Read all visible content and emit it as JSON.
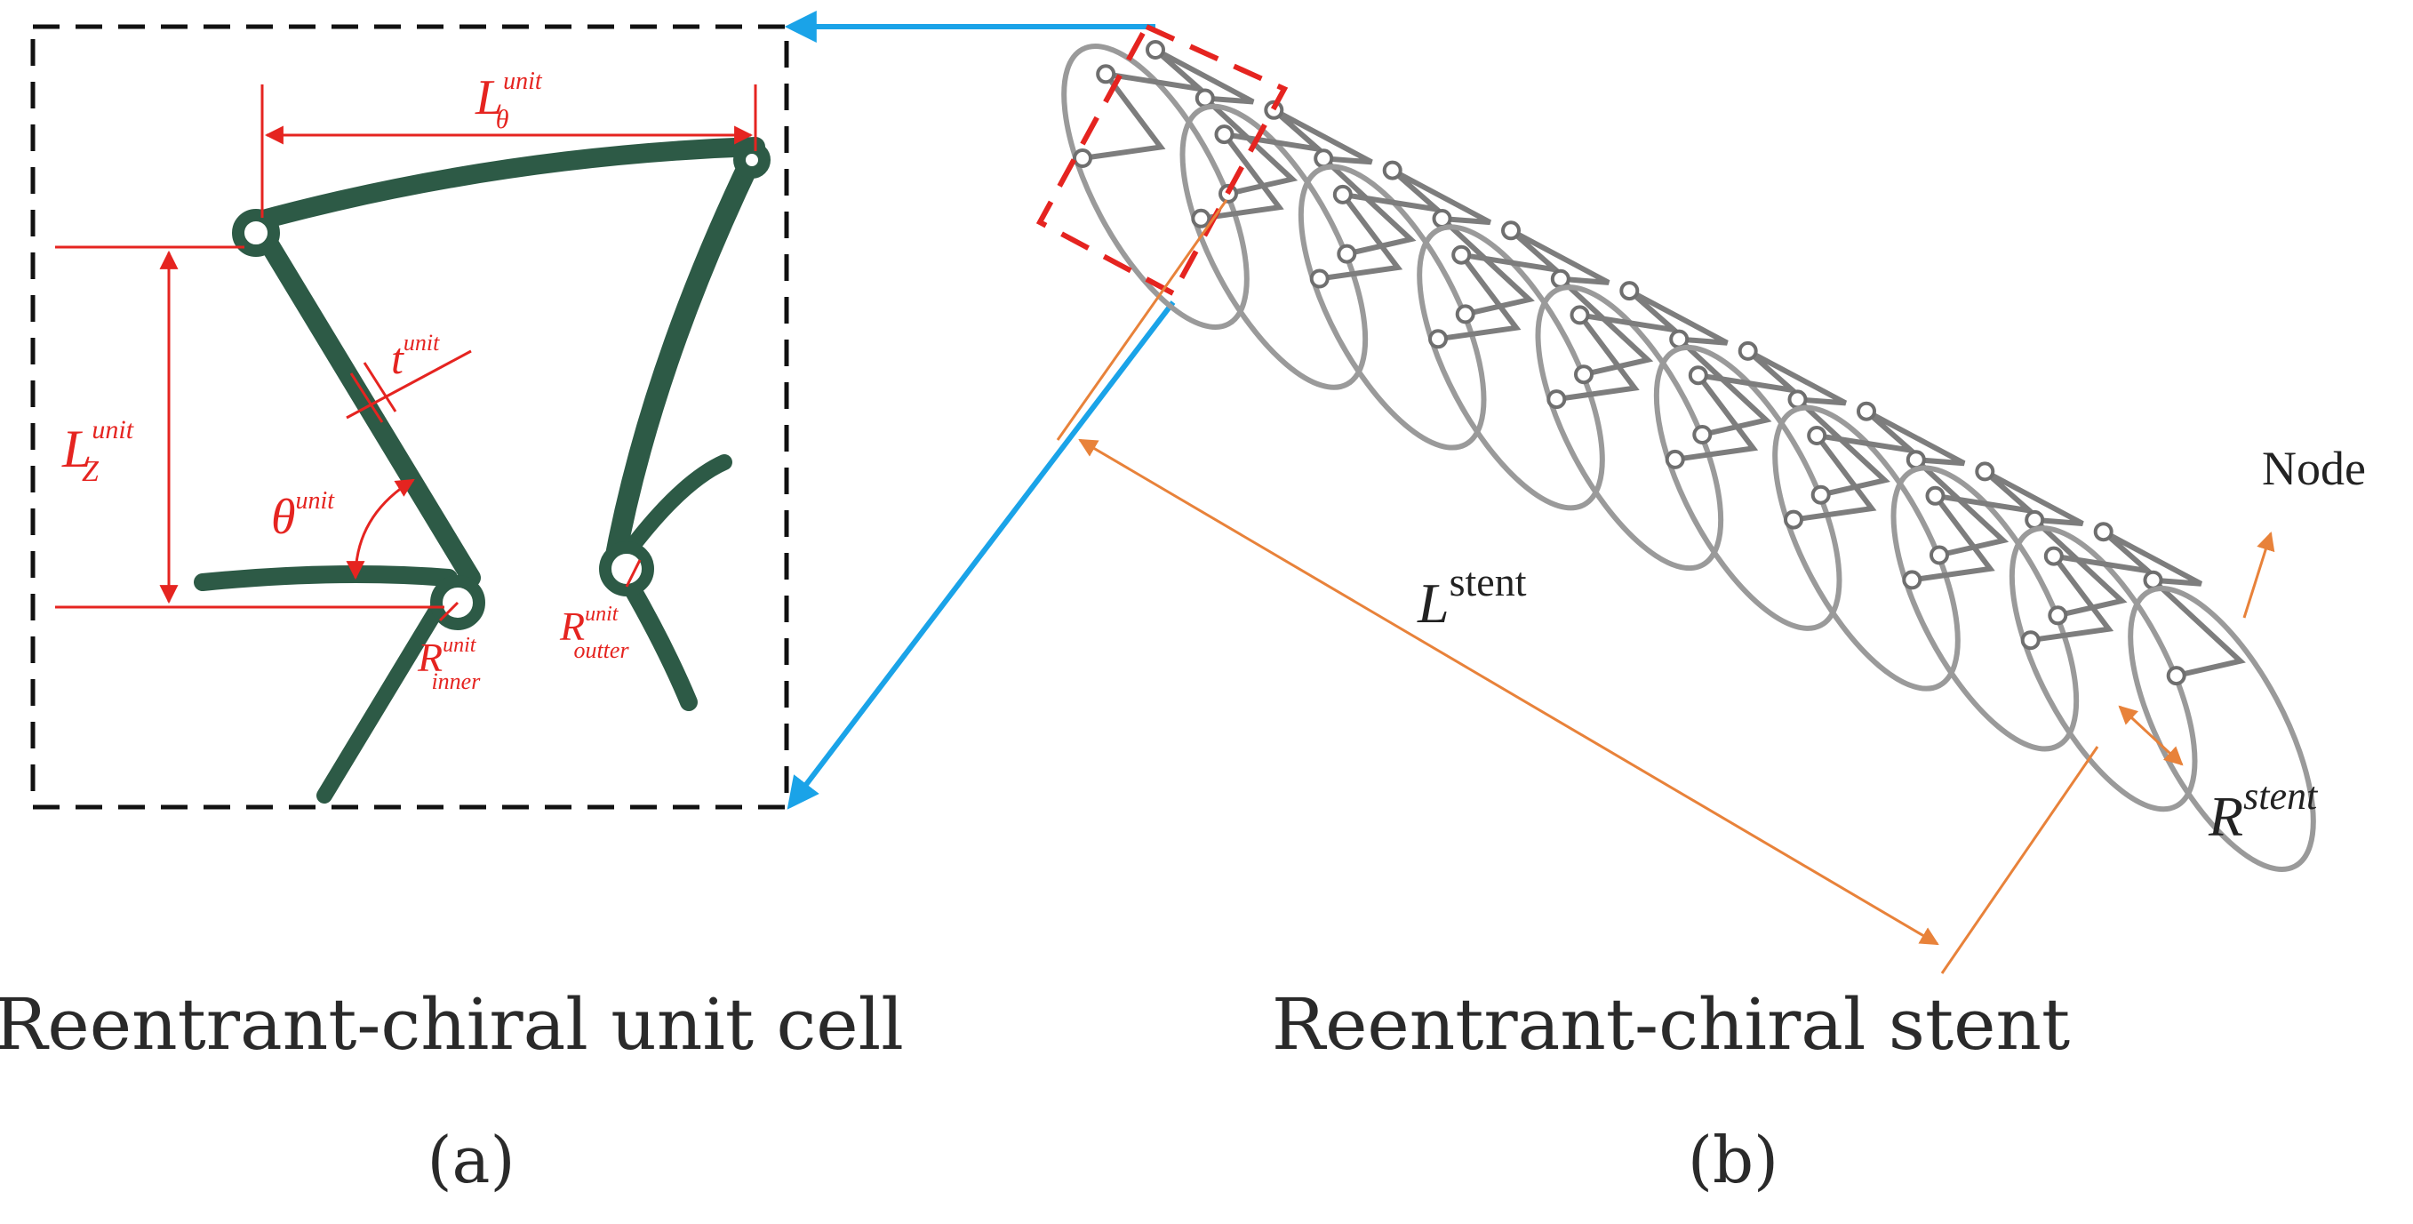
{
  "panel_a": {
    "labels": {
      "l_theta": {
        "base": "L",
        "sup": "unit",
        "sub": "θ"
      },
      "l_z": {
        "base": "L",
        "sup": "unit",
        "sub": "Z"
      },
      "t": {
        "base": "t",
        "sup": "unit"
      },
      "theta": {
        "base": "θ",
        "sup": "unit"
      },
      "r_inner": {
        "base": "R",
        "sup": "unit",
        "sub": "inner"
      },
      "r_outter": {
        "base": "R",
        "sup": "unit",
        "sub": "outter"
      }
    },
    "caption": "Reentrant-chiral unit cell",
    "tag": "(a)"
  },
  "panel_b": {
    "labels": {
      "node": "Node",
      "l_stent": {
        "base": "L",
        "sup": "stent"
      },
      "r_stent": {
        "base": "R",
        "sup": "stent"
      }
    },
    "caption": "Reentrant-chiral stent",
    "tag": "(b)"
  },
  "colors": {
    "strut": "#2d5a46",
    "dimension": "#e52420",
    "arrow": "#1aa3e8",
    "stent": "#9a9a9a",
    "orange": "#e8823a"
  }
}
